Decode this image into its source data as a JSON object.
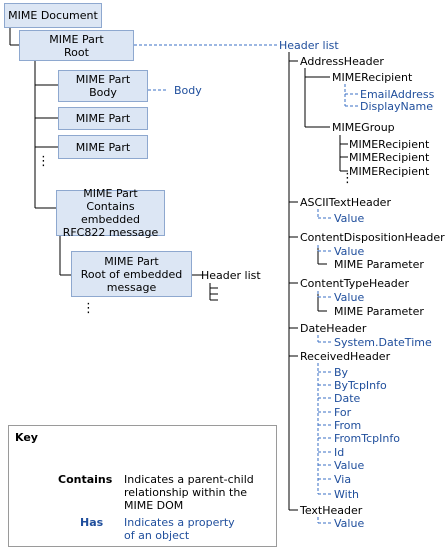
{
  "boxes": {
    "mime_document": "MIME Document",
    "root_l1": "MIME Part",
    "root_l2": "Root",
    "body_l1": "MIME Part",
    "body_l2": "Body",
    "part1": "MIME Part",
    "part2": "MIME Part",
    "embedded_l1": "MIME Part",
    "embedded_l2": "Contains embedded",
    "embedded_l3": "RFC822 message",
    "embroot_l1": "MIME Part",
    "embroot_l2": "Root of embedded",
    "embroot_l3": "message"
  },
  "labels": {
    "header_list": "Header list",
    "body": "Body",
    "header_list_2": "Header list",
    "ellipsis": "⋮"
  },
  "tree": {
    "address_header": "AddressHeader",
    "mime_recipient": "MIMERecipient",
    "email_address": "EmailAddress",
    "display_name": "DisplayName",
    "mime_group": "MIMEGroup",
    "group_recipient_1": "MIMERecipient",
    "group_recipient_2": "MIMERecipient",
    "group_recipient_3": "MIMERecipient",
    "ascii_text_header": "ASCIITextHeader",
    "ascii_value": "Value",
    "content_disposition_header": "ContentDispositionHeader",
    "cd_value": "Value",
    "cd_param": "MIME Parameter",
    "content_type_header": "ContentTypeHeader",
    "ct_value": "Value",
    "ct_param": "MIME Parameter",
    "date_header": "DateHeader",
    "date_value": "System.DateTime",
    "received_header": "ReceivedHeader",
    "received_props": [
      "By",
      "ByTcpInfo",
      "Date",
      "For",
      "From",
      "FromTcpInfo",
      "Id",
      "Value",
      "Via",
      "With"
    ],
    "text_header": "TextHeader",
    "text_value": "Value"
  },
  "key": {
    "title": "Key",
    "contains_label": "Contains",
    "contains_desc_1": "Indicates a parent-child",
    "contains_desc_2": "relationship within the",
    "contains_desc_3": "MIME DOM",
    "has_label": "Has",
    "has_desc_1": "Indicates a property",
    "has_desc_2": "of an object"
  },
  "colors": {
    "box_fill": "#dce6f4",
    "box_border": "#8ea8cf",
    "property_text": "#1f4e9c",
    "dashed_line": "#3a6fc4"
  }
}
